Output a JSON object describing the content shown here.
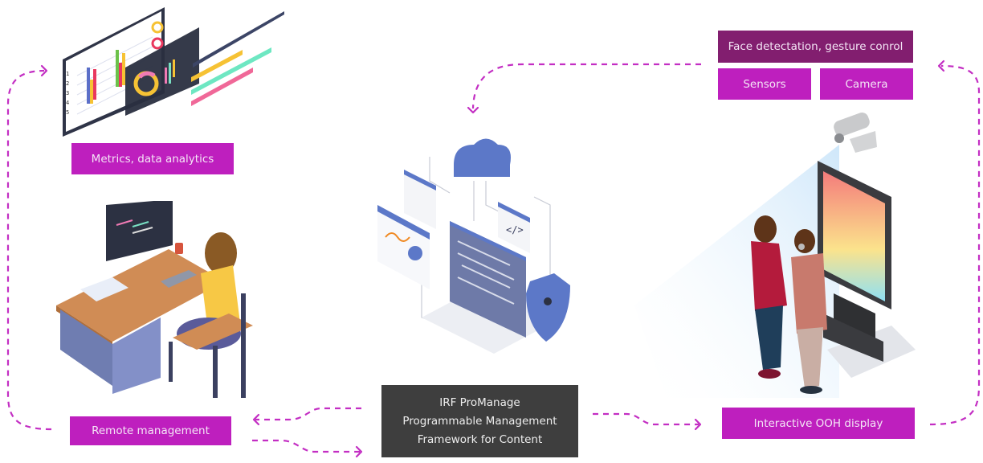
{
  "diagram": {
    "nodes": {
      "metrics": {
        "label": "Metrics, data analytics"
      },
      "remote": {
        "label": "Remote management"
      },
      "core": {
        "lines": [
          "IRF ProManage",
          "Programmable Management",
          "Framework for Content"
        ]
      },
      "ooh": {
        "label": "Interactive OOH display"
      },
      "face": {
        "label": "Face detectation, gesture conrol"
      },
      "sensors": {
        "label": "Sensors"
      },
      "camera": {
        "label": "Camera"
      }
    },
    "edges": [
      {
        "from": "remote",
        "to": "metrics",
        "style": "dashed"
      },
      {
        "from": "core",
        "to": "remote",
        "style": "dashed"
      },
      {
        "from": "remote",
        "to": "core",
        "style": "dashed"
      },
      {
        "from": "core",
        "to": "ooh",
        "style": "dashed"
      },
      {
        "from": "ooh",
        "to": "face",
        "style": "dashed"
      },
      {
        "from": "face",
        "to": "core",
        "style": "dashed"
      }
    ],
    "illustrations": {
      "analytics": "analytics-dashboard-illustration",
      "office": "woman-at-desk-illustration",
      "cloud": "cloud-laptop-security-illustration",
      "display": "people-at-ooh-display-illustration"
    },
    "colors": {
      "accent": "#be1fbe",
      "accent_dark": "#821e6f",
      "core_bg": "#3e3e3e",
      "arrow": "#c32ec3"
    }
  }
}
